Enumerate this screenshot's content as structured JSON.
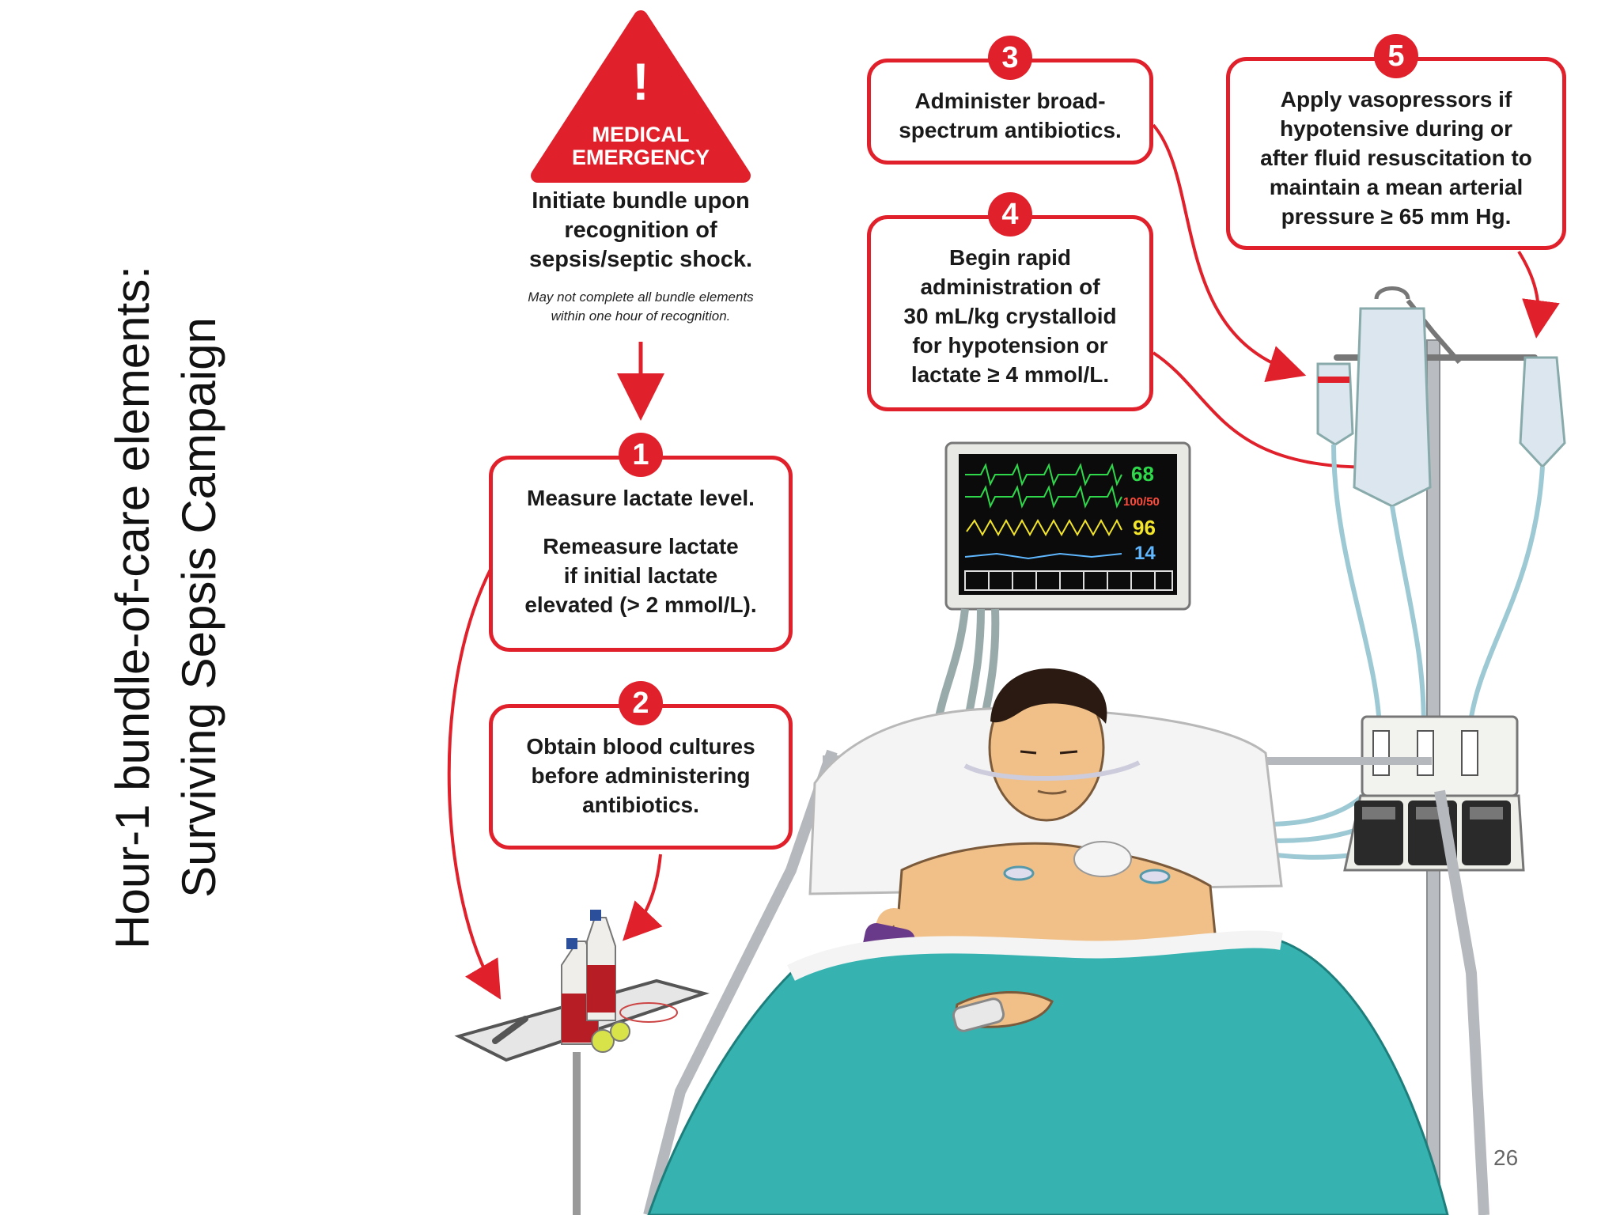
{
  "slide": {
    "title_line1": "Hour-1 bundle-of-care elements:",
    "title_line2": "Surviving Sepsis Campaign",
    "page_number": "26"
  },
  "warning": {
    "symbol": "!",
    "line1": "MEDICAL",
    "line2": "EMERGENCY",
    "initiate_lines": [
      "Initiate bundle upon",
      "recognition of",
      "sepsis/septic shock."
    ],
    "note_lines": [
      "May not complete all bundle elements",
      "within one hour of recognition."
    ]
  },
  "steps": [
    {
      "number": "1",
      "lines": [
        "Measure lactate level."
      ],
      "lines_b": [
        "Remeasure lactate",
        "if initial lactate",
        "elevated (> 2 mmol/L)."
      ]
    },
    {
      "number": "2",
      "lines": [
        "Obtain blood cultures",
        "before administering",
        "antibiotics."
      ]
    },
    {
      "number": "3",
      "lines": [
        "Administer broad-",
        "spectrum antibiotics."
      ]
    },
    {
      "number": "4",
      "lines": [
        "Begin rapid",
        "administration of",
        "30 mL/kg crystalloid",
        "for hypotension or",
        "lactate ≥ 4 mmol/L."
      ]
    },
    {
      "number": "5",
      "lines": [
        "Apply vasopressors if",
        "hypotensive during or",
        "after fluid resuscitation to",
        "maintain a mean arterial",
        "pressure ≥ 65 mm Hg."
      ]
    }
  ],
  "monitor": {
    "heart_rate": "68",
    "blood_pressure": "100/50",
    "spo2": "96",
    "resp_rate": "14"
  },
  "colors": {
    "accent_red": "#e0202a",
    "blanket": "#36b3b0",
    "monitor_bg": "#0b0b0b",
    "ecg": "#2fd84a",
    "pleth": "#f3e62a",
    "resp": "#5fb7ff"
  }
}
